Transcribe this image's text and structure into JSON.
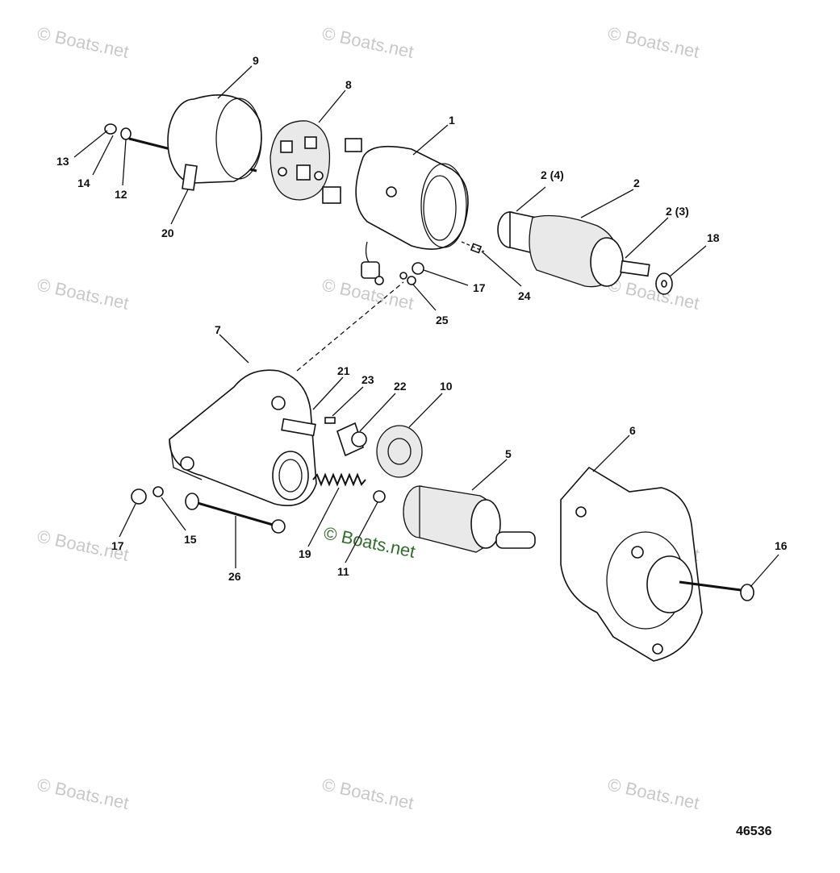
{
  "watermark": "© Boats.net",
  "figure_number": "46536",
  "callouts": [
    {
      "id": "c9",
      "text": "9"
    },
    {
      "id": "c8",
      "text": "8"
    },
    {
      "id": "c1",
      "text": "1"
    },
    {
      "id": "c13",
      "text": "13"
    },
    {
      "id": "c14",
      "text": "14"
    },
    {
      "id": "c12",
      "text": "12"
    },
    {
      "id": "c20",
      "text": "20"
    },
    {
      "id": "c2a",
      "text": "2 (4)"
    },
    {
      "id": "c2",
      "text": "2"
    },
    {
      "id": "c2b",
      "text": "2 (3)"
    },
    {
      "id": "c18",
      "text": "18"
    },
    {
      "id": "c17a",
      "text": "17"
    },
    {
      "id": "c24",
      "text": "24"
    },
    {
      "id": "c25",
      "text": "25"
    },
    {
      "id": "c7",
      "text": "7"
    },
    {
      "id": "c21",
      "text": "21"
    },
    {
      "id": "c23",
      "text": "23"
    },
    {
      "id": "c22",
      "text": "22"
    },
    {
      "id": "c10",
      "text": "10"
    },
    {
      "id": "c6",
      "text": "6"
    },
    {
      "id": "c5",
      "text": "5"
    },
    {
      "id": "c17b",
      "text": "17"
    },
    {
      "id": "c15",
      "text": "15"
    },
    {
      "id": "c19",
      "text": "19"
    },
    {
      "id": "c11",
      "text": "11"
    },
    {
      "id": "c26",
      "text": "26"
    },
    {
      "id": "c16",
      "text": "16"
    }
  ]
}
